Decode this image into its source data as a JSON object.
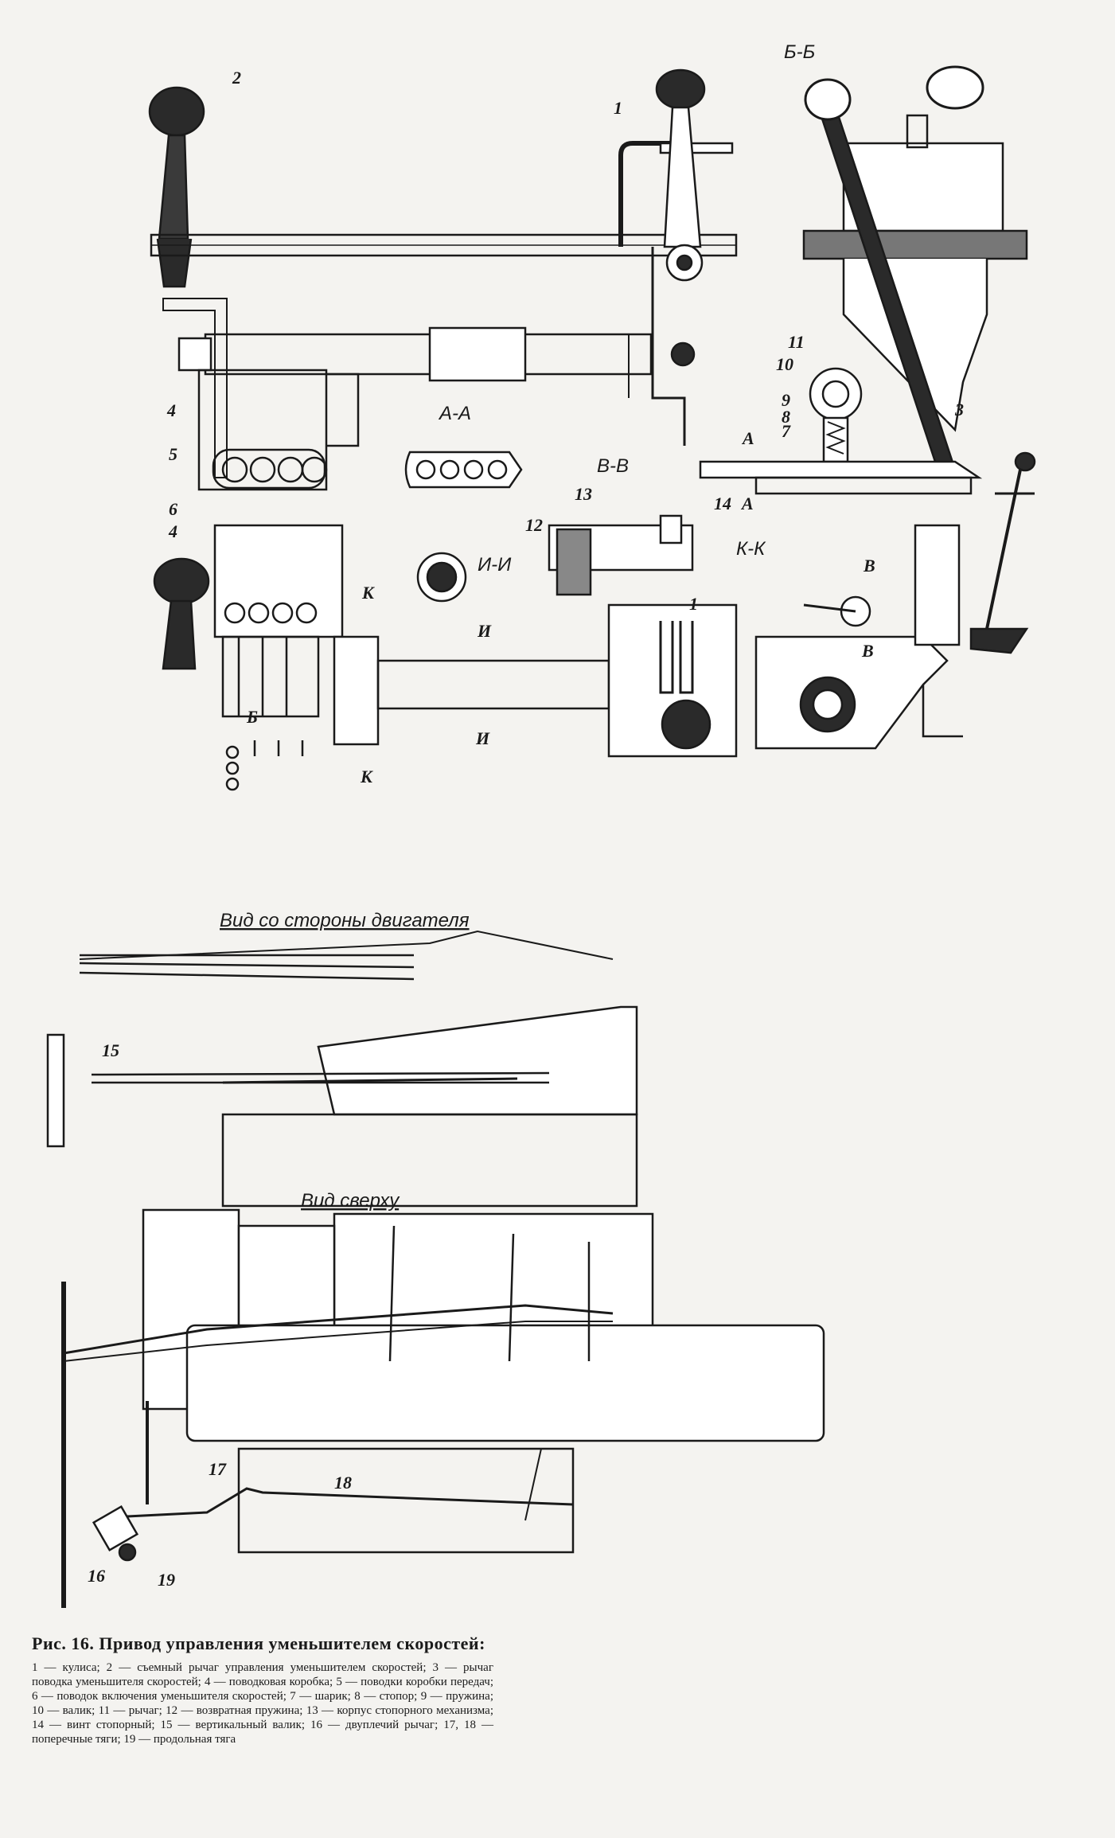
{
  "views": {
    "section_aa": "А-А",
    "section_bb": "Б-Б",
    "section_vv": "В-В",
    "section_ii": "И-И",
    "section_kk": "К-К",
    "view_engine": "Вид со стороны двигателя",
    "view_top": "Вид сверху"
  },
  "marks": {
    "a": "А",
    "b": "Б",
    "v": "В",
    "i": "И",
    "k": "К"
  },
  "callouts": [
    "1",
    "2",
    "3",
    "4",
    "4",
    "5",
    "6",
    "7",
    "8",
    "9",
    "10",
    "11",
    "12",
    "13",
    "14",
    "15",
    "16",
    "17",
    "18",
    "19",
    "1"
  ],
  "caption": {
    "prefix": "Рис.",
    "number": "16.",
    "title": "Привод управления уменьшителем скоростей:",
    "legend": "1 — кулиса; 2 — съемный рычаг управления уменьшителем скоростей; 3 — рычаг поводка уменьшителя скоростей; 4 — поводковая коробка; 5 — поводки коробки передач; 6 — поводок включения уменьшителя скоростей; 7 — шарик; 8 — стопор; 9 — пружина; 10 — валик; 11 — рычаг; 12 — возвратная пружина; 13 — корпус стопорного механизма; 14 — винт стопорный; 15 — вертикальный валик; 16 — двуплечий рычаг; 17, 18 — поперечные тяги; 19 — продольная тяга"
  },
  "colors": {
    "ink": "#1a1a1a",
    "paper": "#f4f3f0",
    "hatch": "#555555"
  }
}
